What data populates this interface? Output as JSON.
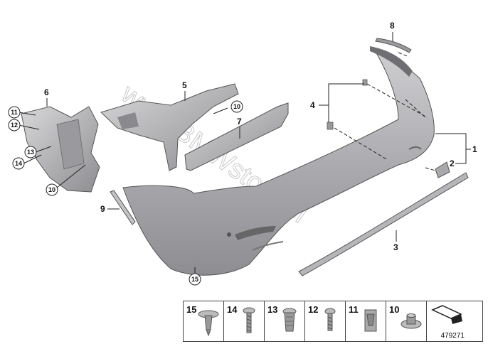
{
  "watermark": "www.BMWstore.pl",
  "callouts": [
    {
      "key": "c8",
      "label": "8"
    },
    {
      "key": "c6",
      "label": "6"
    },
    {
      "key": "c5",
      "label": "5"
    },
    {
      "key": "c4",
      "label": "4"
    },
    {
      "key": "c7",
      "label": "7"
    },
    {
      "key": "c1",
      "label": "1"
    },
    {
      "key": "c2",
      "label": "2"
    },
    {
      "key": "c9",
      "label": "9"
    },
    {
      "key": "c3",
      "label": "3"
    }
  ],
  "circled": [
    {
      "key": "o11",
      "label": "11"
    },
    {
      "key": "o12",
      "label": "12"
    },
    {
      "key": "o13",
      "label": "13"
    },
    {
      "key": "o14",
      "label": "14"
    },
    {
      "key": "o10a",
      "label": "10"
    },
    {
      "key": "o10b",
      "label": "10"
    },
    {
      "key": "o15",
      "label": "15"
    }
  ],
  "legend": {
    "items": [
      {
        "num": "15",
        "icon": "push-rivet-icon"
      },
      {
        "num": "14",
        "icon": "screw-icon"
      },
      {
        "num": "13",
        "icon": "expanding-nut-icon"
      },
      {
        "num": "12",
        "icon": "screw-short-icon"
      },
      {
        "num": "11",
        "icon": "clip-nut-icon"
      },
      {
        "num": "10",
        "icon": "washer-nut-icon"
      }
    ],
    "ref_number": "479271"
  }
}
